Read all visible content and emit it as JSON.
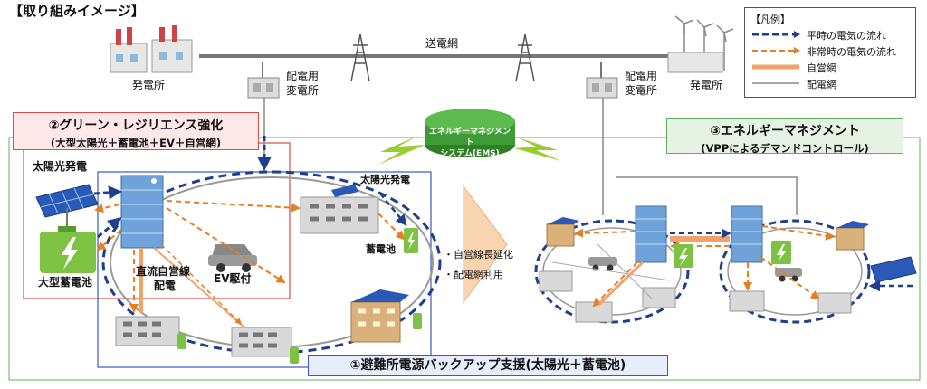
{
  "title": "【取り組みイメージ】",
  "top": {
    "power_plant_left": "発電所",
    "power_plant_right": "発電所",
    "transmission": "送電網",
    "substation_left": [
      "配電用",
      "変電所"
    ],
    "substation_right": [
      "配電用",
      "変電所"
    ]
  },
  "legend": {
    "title": "【凡例】",
    "items": [
      {
        "label": "平時の電気の流れ",
        "color": "#1f3e8c",
        "style": "dashed-bold"
      },
      {
        "label": "非常時の電気の流れ",
        "color": "#e67e22",
        "style": "dashed"
      },
      {
        "label": "自営網",
        "color": "#f2a36b",
        "style": "solid-thick"
      },
      {
        "label": "配電網",
        "color": "#888888",
        "style": "solid"
      }
    ]
  },
  "ems": {
    "line1": "エネルギーマネジメント",
    "line2": "システム(EMS)"
  },
  "section2": {
    "title": "②グリーン・レジリエンス強化",
    "subtitle": "(大型太陽光＋蓄電池＋EV＋自営網)"
  },
  "section3": {
    "title": "③エネルギーマネジメント",
    "subtitle": "(VPPによるデマンドコントロール)"
  },
  "section1": {
    "title": "①避難所電源バックアップ支援(太陽光＋蓄電池)"
  },
  "left": {
    "solar_large": "太陽光発電",
    "battery_large": "大型蓄電池",
    "dc_line": [
      "直流自営線",
      "配電"
    ],
    "ev_charge": "EV駆付",
    "solar_small": "太陽光発電",
    "battery_small": "蓄電池"
  },
  "middle": {
    "note1": "・自営線長延化",
    "note2": "・配電網利用"
  },
  "colors": {
    "normal_flow": "#1f3e8c",
    "emergency_flow": "#e67e22",
    "own_grid": "#f2a36b",
    "distribution": "#888888",
    "red_frame": "#d64b4b",
    "blue_frame": "#3a56c6",
    "green_frame": "#5fae5a",
    "ems_green": "#3f9b35"
  }
}
